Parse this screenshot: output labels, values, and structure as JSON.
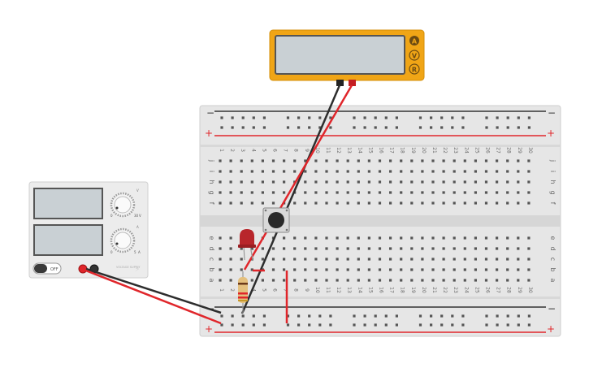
{
  "breadboard": {
    "rail_minus": "−",
    "rail_plus": "+",
    "columns": [
      "1",
      "2",
      "3",
      "4",
      "5",
      "6",
      "7",
      "8",
      "9",
      "10",
      "11",
      "12",
      "13",
      "14",
      "15",
      "16",
      "17",
      "18",
      "19",
      "20",
      "21",
      "22",
      "23",
      "24",
      "25",
      "26",
      "27",
      "28",
      "29",
      "30"
    ],
    "rows_top": [
      "j",
      "i",
      "h",
      "g",
      "f"
    ],
    "rows_bottom": [
      "e",
      "d",
      "c",
      "b",
      "a"
    ]
  },
  "multimeter": {
    "mode_buttons": [
      "A",
      "V",
      "R"
    ],
    "display_value": "",
    "colors": {
      "body": "#f0a516",
      "screen": "#c9d0d4"
    }
  },
  "power_supply": {
    "switch_label": "OFF",
    "voltage_unit": "V",
    "current_unit": "A",
    "dial_min": "0",
    "dial_voltage_max": "30",
    "dial_current_max": "5",
    "brand_text": "VOLTAGE SUPPLY",
    "colors": {
      "body": "#ececec",
      "screen": "#c9d0d4"
    }
  },
  "wires": {
    "red": "#e0262b",
    "black": "#2d2d2d"
  },
  "components": {
    "led_color": "#b8262b",
    "pushbutton_color": "#2a2a2a"
  }
}
